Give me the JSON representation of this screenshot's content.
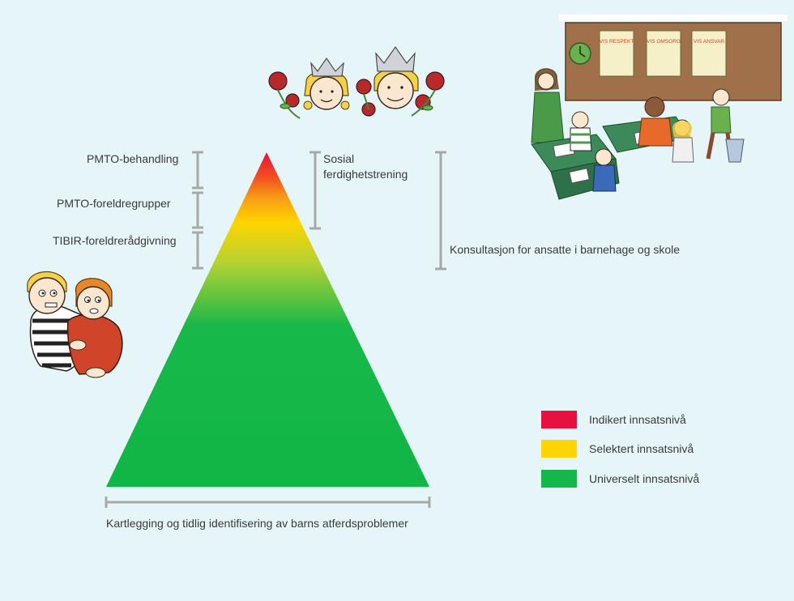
{
  "left_labels": {
    "pmto_behandling": "PMTO-behandling",
    "pmto_foreldregrupper": "PMTO-foreldregrupper",
    "tibir_foreldreradgivning": "TIBIR-foreldrerådgivning"
  },
  "right_labels": {
    "sosial_line1": "Sosial",
    "sosial_line2": "ferdighetstrening",
    "konsultasjon": "Konsultasjon for ansatte i barnehage og skole"
  },
  "base_label": "Kartlegging og tidlig identifisering av barns atferdsproblemer",
  "legend": [
    {
      "label": "Indikert innsatsnivå",
      "color": "#e8103c"
    },
    {
      "label": "Selektert innsatsnivå",
      "color": "#ffd400"
    },
    {
      "label": "Universelt innsatsnivå",
      "color": "#14b84a"
    }
  ],
  "classroom_posters": [
    "VIS RESPEKT",
    "VIS OMSORG",
    "VIS ANSVAR"
  ],
  "colors": {
    "background": "#e6f6f8",
    "bracket": "#a8a8a8",
    "red": "#e8103c",
    "yellow": "#ffd400",
    "green": "#14b84a"
  }
}
